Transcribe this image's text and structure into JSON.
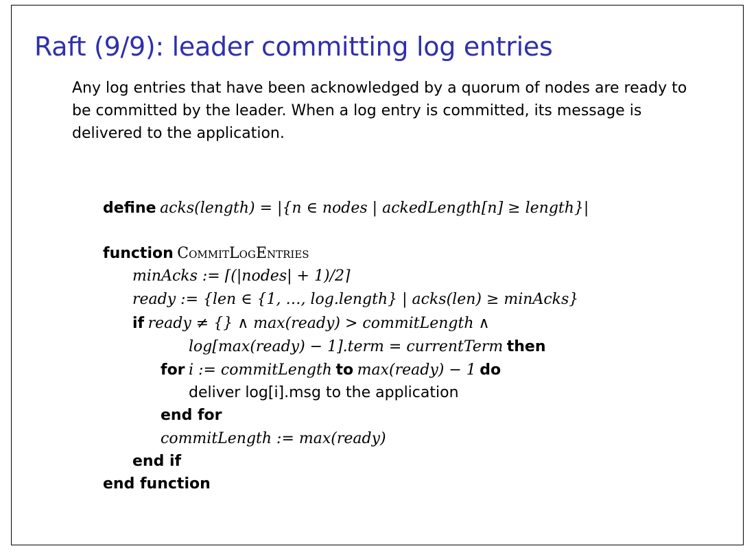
{
  "slide": {
    "title": "Raft (9/9): leader committing log entries",
    "intro": "Any log entries that have been acknowledged by a quorum of nodes are ready to be committed by the leader. When a log entry is committed, its message is delivered to the application."
  },
  "algorithm": {
    "define_kw": "define",
    "define_expr": "acks(length) = |{n ∈ nodes | ackedLength[n] ≥ length}|",
    "function_kw": "function",
    "function_name": "CommitLogEntries",
    "min_acks": "minAcks := ⌈(|nodes| + 1)/2⌉",
    "ready": "ready := {len ∈ {1, …, log.length} | acks(len) ≥ minAcks}",
    "if_kw": "if",
    "if_cond": "ready ≠ {} ∧ max(ready) > commitLength ∧",
    "if_cond2": "log[max(ready) − 1].term = currentTerm",
    "then_kw": "then",
    "for_kw": "for",
    "for_range": "i := commitLength",
    "to_kw": "to",
    "for_end": "max(ready) − 1",
    "do_kw": "do",
    "deliver": "deliver log[i].msg to the application",
    "end_for": "end for",
    "commit_assign": "commitLength := max(ready)",
    "end_if": "end if",
    "end_function": "end function"
  }
}
